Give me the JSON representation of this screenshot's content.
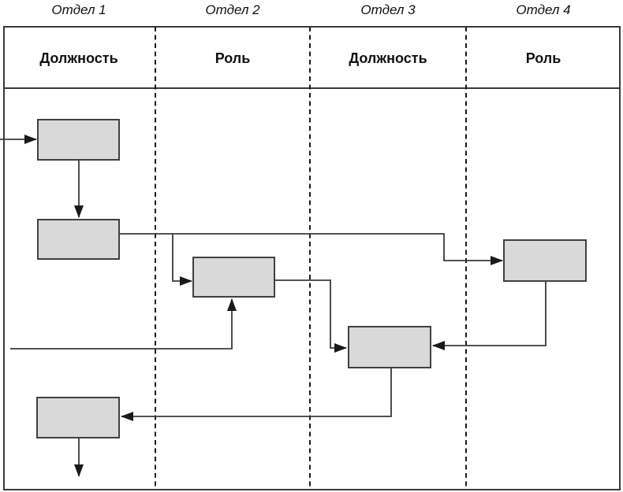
{
  "diagram": {
    "type": "swimlane-flowchart",
    "lanes": [
      {
        "department": "Отдел 1",
        "header": "Должность"
      },
      {
        "department": "Отдел 2",
        "header": "Роль"
      },
      {
        "department": "Отдел 3",
        "header": "Должность"
      },
      {
        "department": "Отдел 4",
        "header": "Роль"
      }
    ],
    "nodes": [
      {
        "id": "box-1",
        "lane": "Отдел 1",
        "label": ""
      },
      {
        "id": "box-2",
        "lane": "Отдел 1",
        "label": ""
      },
      {
        "id": "box-3",
        "lane": "Отдел 2",
        "label": ""
      },
      {
        "id": "box-4",
        "lane": "Отдел 4",
        "label": ""
      },
      {
        "id": "box-5",
        "lane": "Отдел 3",
        "label": ""
      },
      {
        "id": "box-6",
        "lane": "Отдел 1",
        "label": ""
      }
    ],
    "edges": [
      {
        "from": "external-left",
        "to": "box-1"
      },
      {
        "from": "box-1",
        "to": "box-2"
      },
      {
        "from": "box-2",
        "to": "box-4"
      },
      {
        "from": "box-2",
        "to": "box-3"
      },
      {
        "from": "external-left-lower",
        "to": "box-3"
      },
      {
        "from": "box-3",
        "to": "box-5"
      },
      {
        "from": "box-4",
        "to": "box-5"
      },
      {
        "from": "box-5",
        "to": "box-6"
      },
      {
        "from": "box-6",
        "to": "external-bottom"
      }
    ],
    "colors": {
      "background": "#ffffff",
      "box_fill": "#d9d9d9",
      "box_border": "#404040",
      "connector": "#3a3a3a",
      "frame_border": "#3a3a3a",
      "text": "#111111"
    }
  }
}
